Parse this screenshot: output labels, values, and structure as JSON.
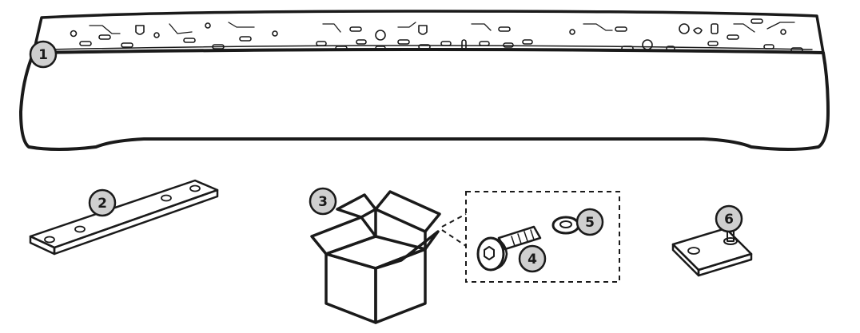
{
  "callouts": {
    "c1": "1",
    "c2": "2",
    "c3": "3",
    "c4": "4",
    "c5": "5",
    "c6": "6"
  },
  "colors": {
    "ink": "#1a1a1a",
    "badge_fill": "#cfcfcf",
    "part_fill": "#ffffff",
    "plate_side": "#e6e6e6"
  }
}
